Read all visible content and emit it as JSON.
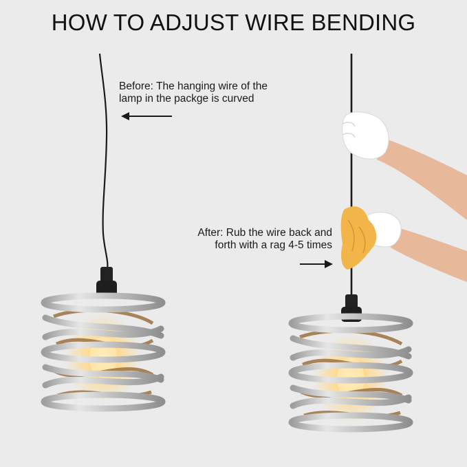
{
  "title": "HOW TO ADJUST WIRE BENDING",
  "before": {
    "line1": "Before: The hanging wire of the",
    "line2": "lamp in the packge is curved"
  },
  "after": {
    "line1": "After: Rub the wire back and",
    "line2": "forth with a rag 4-5 times"
  },
  "colors": {
    "background": "#ebebeb",
    "text": "#111111",
    "wire": "#1a1a1a",
    "metal": "#c9c9c9",
    "rope": "#a0784a",
    "glow": "#ffd98a",
    "rag": "#f2b54a",
    "glove": "#ffffff",
    "skin": "#e8b89a"
  },
  "icons": [
    "arrow-left-icon",
    "arrow-right-icon",
    "pendant-lamp-before",
    "pendant-lamp-after",
    "gloved-hand-icon",
    "rag-icon"
  ]
}
